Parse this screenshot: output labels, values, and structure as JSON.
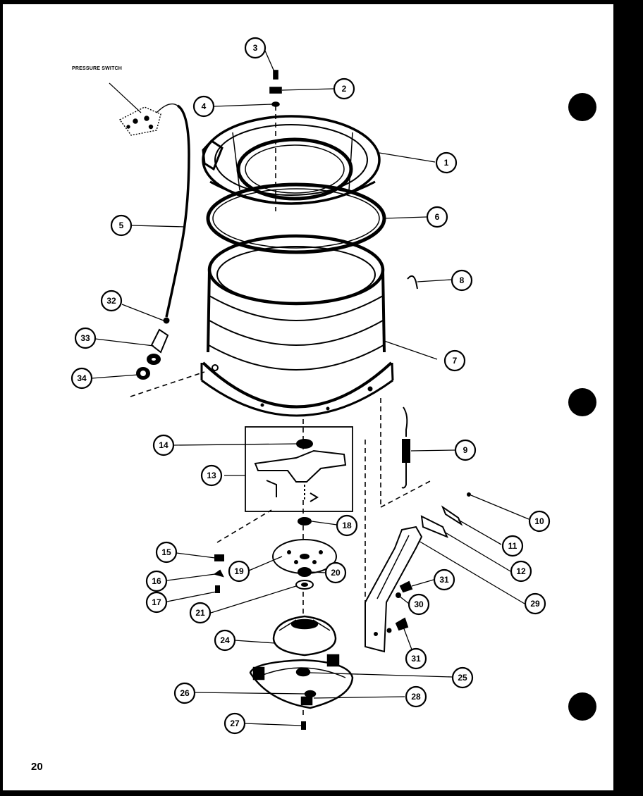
{
  "caption": "PRESSURE SWITCH",
  "page_number": "20",
  "colors": {
    "ink": "#000000",
    "paper": "#ffffff"
  },
  "callouts": [
    {
      "id": "c1",
      "label": "1"
    },
    {
      "id": "c2",
      "label": "2"
    },
    {
      "id": "c3",
      "label": "3"
    },
    {
      "id": "c4",
      "label": "4"
    },
    {
      "id": "c5",
      "label": "5"
    },
    {
      "id": "c6",
      "label": "6"
    },
    {
      "id": "c7",
      "label": "7"
    },
    {
      "id": "c8",
      "label": "8"
    },
    {
      "id": "c9",
      "label": "9"
    },
    {
      "id": "c10",
      "label": "10"
    },
    {
      "id": "c11",
      "label": "11"
    },
    {
      "id": "c12",
      "label": "12"
    },
    {
      "id": "c13",
      "label": "13"
    },
    {
      "id": "c14",
      "label": "14"
    },
    {
      "id": "c15",
      "label": "15"
    },
    {
      "id": "c16",
      "label": "16"
    },
    {
      "id": "c17",
      "label": "17"
    },
    {
      "id": "c18",
      "label": "18"
    },
    {
      "id": "c19",
      "label": "19"
    },
    {
      "id": "c20",
      "label": "20"
    },
    {
      "id": "c21",
      "label": "21"
    },
    {
      "id": "c24",
      "label": "24"
    },
    {
      "id": "c25",
      "label": "25"
    },
    {
      "id": "c26",
      "label": "26"
    },
    {
      "id": "c27",
      "label": "27"
    },
    {
      "id": "c28",
      "label": "28"
    },
    {
      "id": "c29",
      "label": "29"
    },
    {
      "id": "c30",
      "label": "30"
    },
    {
      "id": "c31a",
      "label": "31"
    },
    {
      "id": "c31b",
      "label": "31"
    },
    {
      "id": "c32",
      "label": "32"
    },
    {
      "id": "c33",
      "label": "33"
    },
    {
      "id": "c34",
      "label": "34"
    }
  ]
}
